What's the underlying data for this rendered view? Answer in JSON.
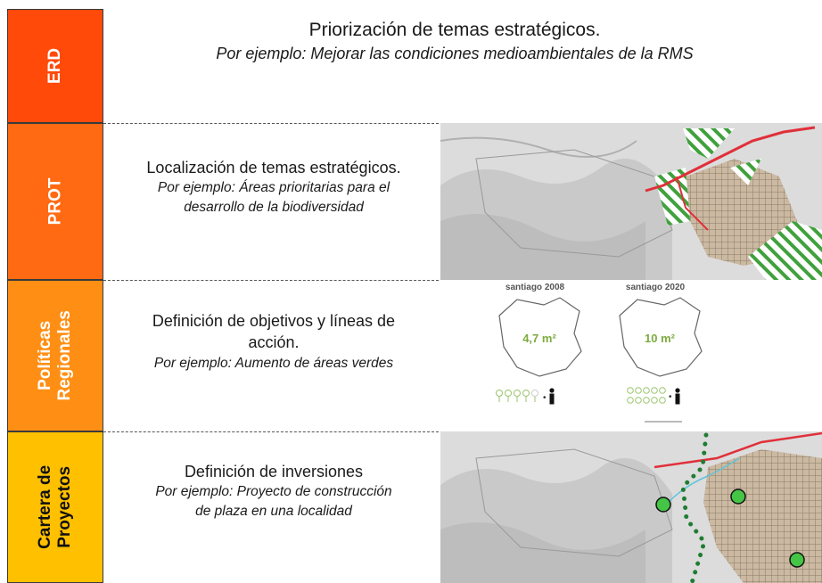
{
  "rows": [
    {
      "label": "ERD",
      "color": "#ff4a0a",
      "text": "Priorización de temas estratégicos.",
      "example": "Por ejemplo: Mejorar las condiciones medioambientales de la RMS"
    },
    {
      "label": "PROT",
      "color": "#ff6a12",
      "text": "Localización de temas estratégicos.",
      "example_lines": [
        "Por ejemplo: Áreas prioritarias para el",
        "desarrollo de la biodiversidad"
      ]
    },
    {
      "label_lines": [
        "Políticas",
        "Regionales"
      ],
      "color": "#ff8f14",
      "text_lines": [
        "Definición de objetivos y líneas de",
        "acción."
      ],
      "example": "Por ejemplo: Aumento de áreas verdes"
    },
    {
      "label_lines": [
        "Cartera de",
        "Proyectos"
      ],
      "color": "#ffc000",
      "text": "Definición de inversiones",
      "example_lines": [
        "Por ejemplo: Proyecto de construcción",
        "de plaza en una localidad"
      ]
    }
  ],
  "infographic": {
    "left_title": "santiago 2008",
    "right_title": "santiago 2020",
    "left_value": "4,7 m²",
    "right_value": "10 m²"
  },
  "map_icons": {
    "terrain": "hillshade-terrain-map",
    "city": "urban-grid-icon",
    "road": "red-highway-line",
    "hatch": "green-hatched-priority-area",
    "tree": "tree-icon",
    "person": "person-icon",
    "plaza": "green-circle-marker"
  }
}
